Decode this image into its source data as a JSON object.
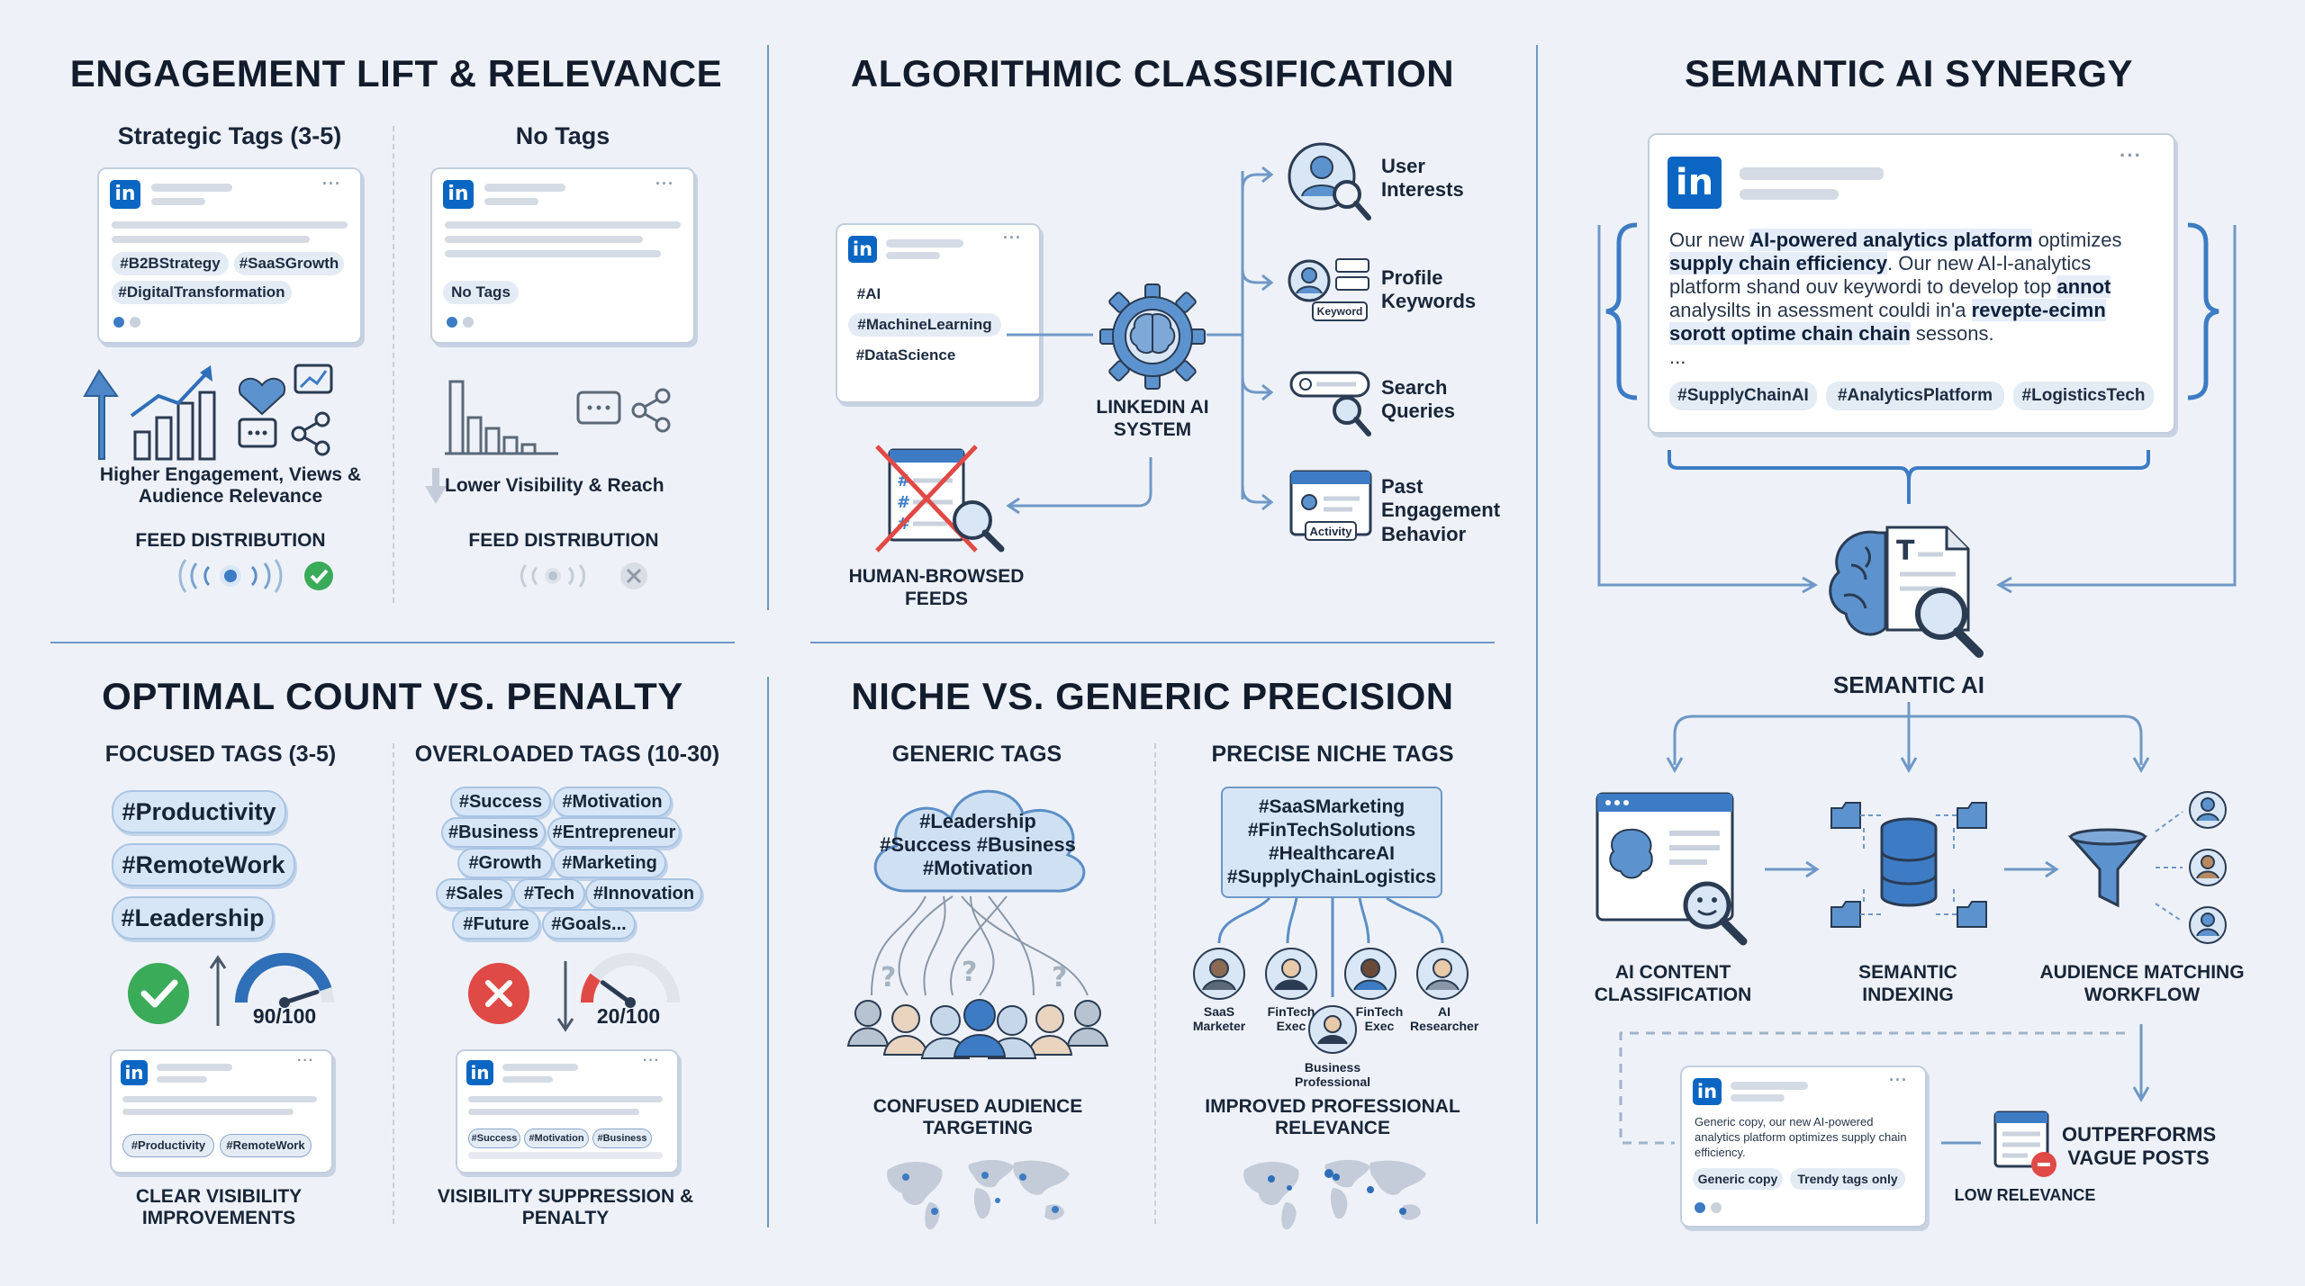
{
  "panels": {
    "engagement": {
      "title": "ENGAGEMENT LIFT & RELEVANCE",
      "left_header": "Strategic Tags (3-5)",
      "right_header": "No Tags",
      "left_tags": [
        "#B2BStrategy",
        "#SaaSGrowth",
        "#DigitalTransformation"
      ],
      "right_tag": "No Tags",
      "left_caption": "Higher Engagement, Views & Audience Relevance",
      "right_caption": "Lower Visibility & Reach",
      "feed_label": "FEED DISTRIBUTION"
    },
    "algorithmic": {
      "title": "ALGORITHMIC CLASSIFICATION",
      "post_tags": [
        "#AI",
        "#MachineLearning",
        "#DataScience"
      ],
      "system_label": "LINKEDIN AI SYSTEM",
      "human_label": "HUMAN-BROWSED FEEDS",
      "signals": [
        "User Interests",
        "Profile Keywords",
        "Search Queries",
        "Past Engagement Behavior"
      ],
      "keyword_badge": "Keyword",
      "activity_badge": "Activity"
    },
    "semantic": {
      "title": "SEMANTIC AI SYNERGY",
      "post_text_parts": [
        "Our new ",
        "AI-powered analytics platform",
        " optimizes ",
        "supply chain efficiency",
        ". Our new AI-l-analytics platform shand ouv keywordi to develop top ",
        "annot",
        " analysilts in asessment couldi in'a ",
        "revepte-ecimn sorott optime chain chain",
        " sessons."
      ],
      "ellipsis": "...",
      "post_tags": [
        "#SupplyChainAI",
        "#AnalyticsPlatform",
        "#LogisticsTech"
      ],
      "ai_label": "SEMANTIC AI",
      "steps": [
        "AI CONTENT CLASSIFICATION",
        "SEMANTIC INDEXING",
        "AUDIENCE MATCHING WORKFLOW"
      ],
      "generic_post_text": "Generic copy, our new AI-powered analytics platform optimizes supply chain efficiency.",
      "generic_tags": [
        "Generic copy",
        "Trendy tags only"
      ],
      "low_relevance": "LOW RELEVANCE",
      "outperforms": "OUTPERFORMS VAGUE POSTS"
    },
    "optimal": {
      "title": "OPTIMAL COUNT VS. PENALTY",
      "left_header": "FOCUSED TAGS (3-5)",
      "right_header": "OVERLOADED TAGS (10-30)",
      "focused_tags": [
        "#Productivity",
        "#RemoteWork",
        "#Leadership"
      ],
      "overloaded_tags": [
        "#Success",
        "#Motivation",
        "#Business",
        "#Entrepreneur",
        "#Growth",
        "#Marketing",
        "#Sales",
        "#Tech",
        "#Innovation",
        "#Future",
        "#Goals..."
      ],
      "left_score": "90/100",
      "right_score": "20/100",
      "left_score_value": 90,
      "right_score_value": 20,
      "left_card_tags": [
        "#Productivity",
        "#RemoteWork"
      ],
      "right_card_tags": [
        "#Success",
        "#Motivation",
        "#Business"
      ],
      "left_caption": "CLEAR VISIBILITY IMPROVEMENTS",
      "right_caption": "VISIBILITY SUPPRESSION & PENALTY"
    },
    "niche": {
      "title": "NICHE VS. GENERIC PRECISION",
      "left_header": "GENERIC TAGS",
      "right_header": "PRECISE NICHE TAGS",
      "generic_cloud": [
        "#Leadership",
        "#Success #Business",
        "#Motivation"
      ],
      "niche_tags": [
        "#SaaSMarketing",
        "#FinTechSolutions",
        "#HealthcareAI",
        "#SupplyChainLogistics"
      ],
      "personas": [
        "SaaS Marketer",
        "FinTech Exec",
        "FinTech Exec",
        "AI Researcher",
        "Business Professional"
      ],
      "left_caption": "CONFUSED AUDIENCE TARGETING",
      "right_caption": "IMPROVED PROFESSIONAL RELEVANCE"
    }
  },
  "colors": {
    "linkedin": "#0a66c2",
    "accent": "#3d7cc4",
    "green": "#3aab58",
    "red": "#e04a46",
    "line": "#6f98c6"
  }
}
